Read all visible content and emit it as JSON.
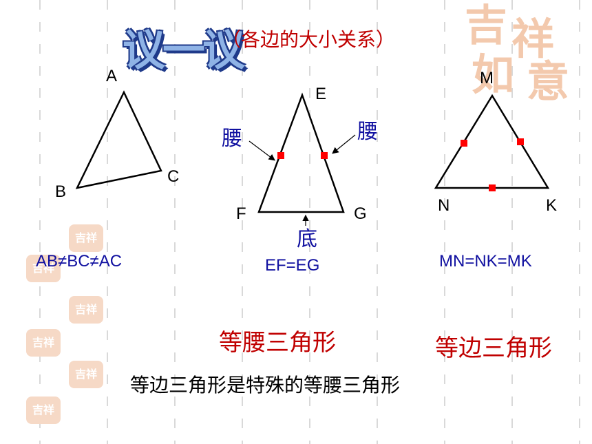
{
  "title": "议一议",
  "subtitle": "（各边的大小关系）",
  "triangle_scalene": {
    "labels": {
      "a": "A",
      "b": "B",
      "c": "C"
    },
    "relation": "AB≠BC≠AC"
  },
  "triangle_isosceles": {
    "labels": {
      "e": "E",
      "f": "F",
      "g": "G"
    },
    "leg_label_left": "腰",
    "leg_label_right": "腰",
    "base_label": "底",
    "relation": "EF=EG",
    "name": "等腰三角形"
  },
  "triangle_equilateral": {
    "labels": {
      "m": "M",
      "n": "N",
      "k": "K"
    },
    "relation": "MN=NK=MK",
    "name": "等边三角形"
  },
  "conclusion": "等边三角形是特殊的等腰三角形",
  "colors": {
    "accent_red": "#c00000",
    "text_blue": "#1010a0",
    "tick_red": "#ff0000"
  }
}
